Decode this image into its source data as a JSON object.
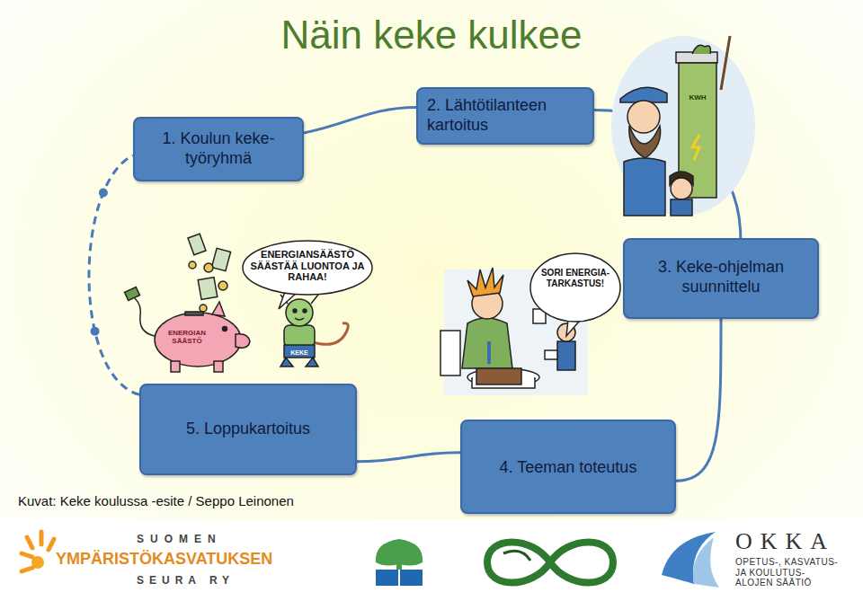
{
  "diagram": {
    "title": "Näin keke kulkee",
    "caption": "Kuvat: Keke koulussa -esite / Seppo Leinonen",
    "nodes": [
      {
        "text": [
          "1. Koulun keke- työryhmä"
        ]
      },
      {
        "text": [
          "2. Lähtötilanteen kartoitus"
        ]
      },
      {
        "text": [
          "3. Keke-ohjelman suunnittelu"
        ]
      },
      {
        "text": [
          "4. Teeman toteutus"
        ]
      },
      {
        "text": [
          "5. Loppukartoitus"
        ]
      }
    ],
    "edges": [
      {
        "from": 0,
        "to": 1,
        "arrow": "none"
      },
      {
        "from": 1,
        "to": 2,
        "arrow": "none"
      },
      {
        "from": 2,
        "to": 3,
        "arrow": "none"
      },
      {
        "from": 3,
        "to": 4,
        "arrow": "none"
      },
      {
        "from": 4,
        "to": 0,
        "arrow": "none"
      }
    ],
    "labels": [
      "ENERGIANSÄÄSTÖ SÄÄSTÄÄ LUONTOA JA RAHAA!",
      "ENERGIAN SÄÄSTÖ",
      "KEKE",
      "SORI ENERGIA-TARKASTUS!",
      "KWH",
      "SUOMEN",
      "YMPÄRISTÖKASVATUKSEN",
      "SEURA RY",
      "OKKA",
      "OPETUS-, KASVATUS- JA KOULUTUS- ALOJEN SÄÄTIÖ"
    ]
  }
}
